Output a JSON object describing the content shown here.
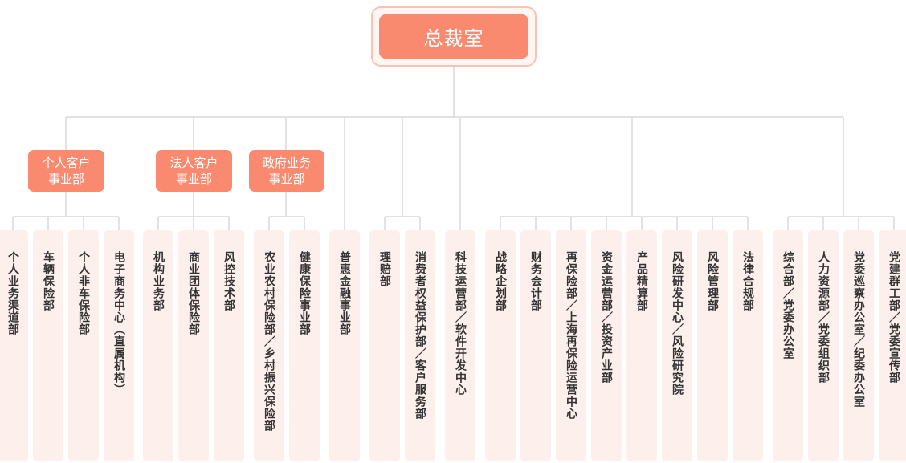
{
  "root": {
    "label": "总裁室"
  },
  "divisions": [
    {
      "label": "个人客户\n事业部"
    },
    {
      "label": "法人客户\n事业部"
    },
    {
      "label": "政府业务\n事业部"
    }
  ],
  "departments": [
    {
      "label": "个人业务渠道部"
    },
    {
      "label": "车辆保险部"
    },
    {
      "label": "个人非车保险部"
    },
    {
      "label": "电子商务中心（直属机构）"
    },
    {
      "label": "机构业务部"
    },
    {
      "label": "商业团体保险部"
    },
    {
      "label": "风控技术部"
    },
    {
      "label": "农业农村保险部／乡村振兴保险部"
    },
    {
      "label": "健康保险事业部"
    },
    {
      "label": "普惠金融事业部"
    },
    {
      "label": "理赔部"
    },
    {
      "label": "消费者权益保护部／客户服务部"
    },
    {
      "label": "科技运营部／软件开发中心"
    },
    {
      "label": "战略企划部"
    },
    {
      "label": "财务会计部"
    },
    {
      "label": "再保险部／上海再保险运营中心"
    },
    {
      "label": "资金运营部／投资产业部"
    },
    {
      "label": "产品精算部"
    },
    {
      "label": "风险研发中心／风险研究院"
    },
    {
      "label": "风险管理部"
    },
    {
      "label": "法律合规部"
    },
    {
      "label": "综合部／党委办公室"
    },
    {
      "label": "人力资源部／党委组织部"
    },
    {
      "label": "党委巡察办公室／纪委办公室"
    },
    {
      "label": "党建群工部／党委宣传部"
    }
  ]
}
